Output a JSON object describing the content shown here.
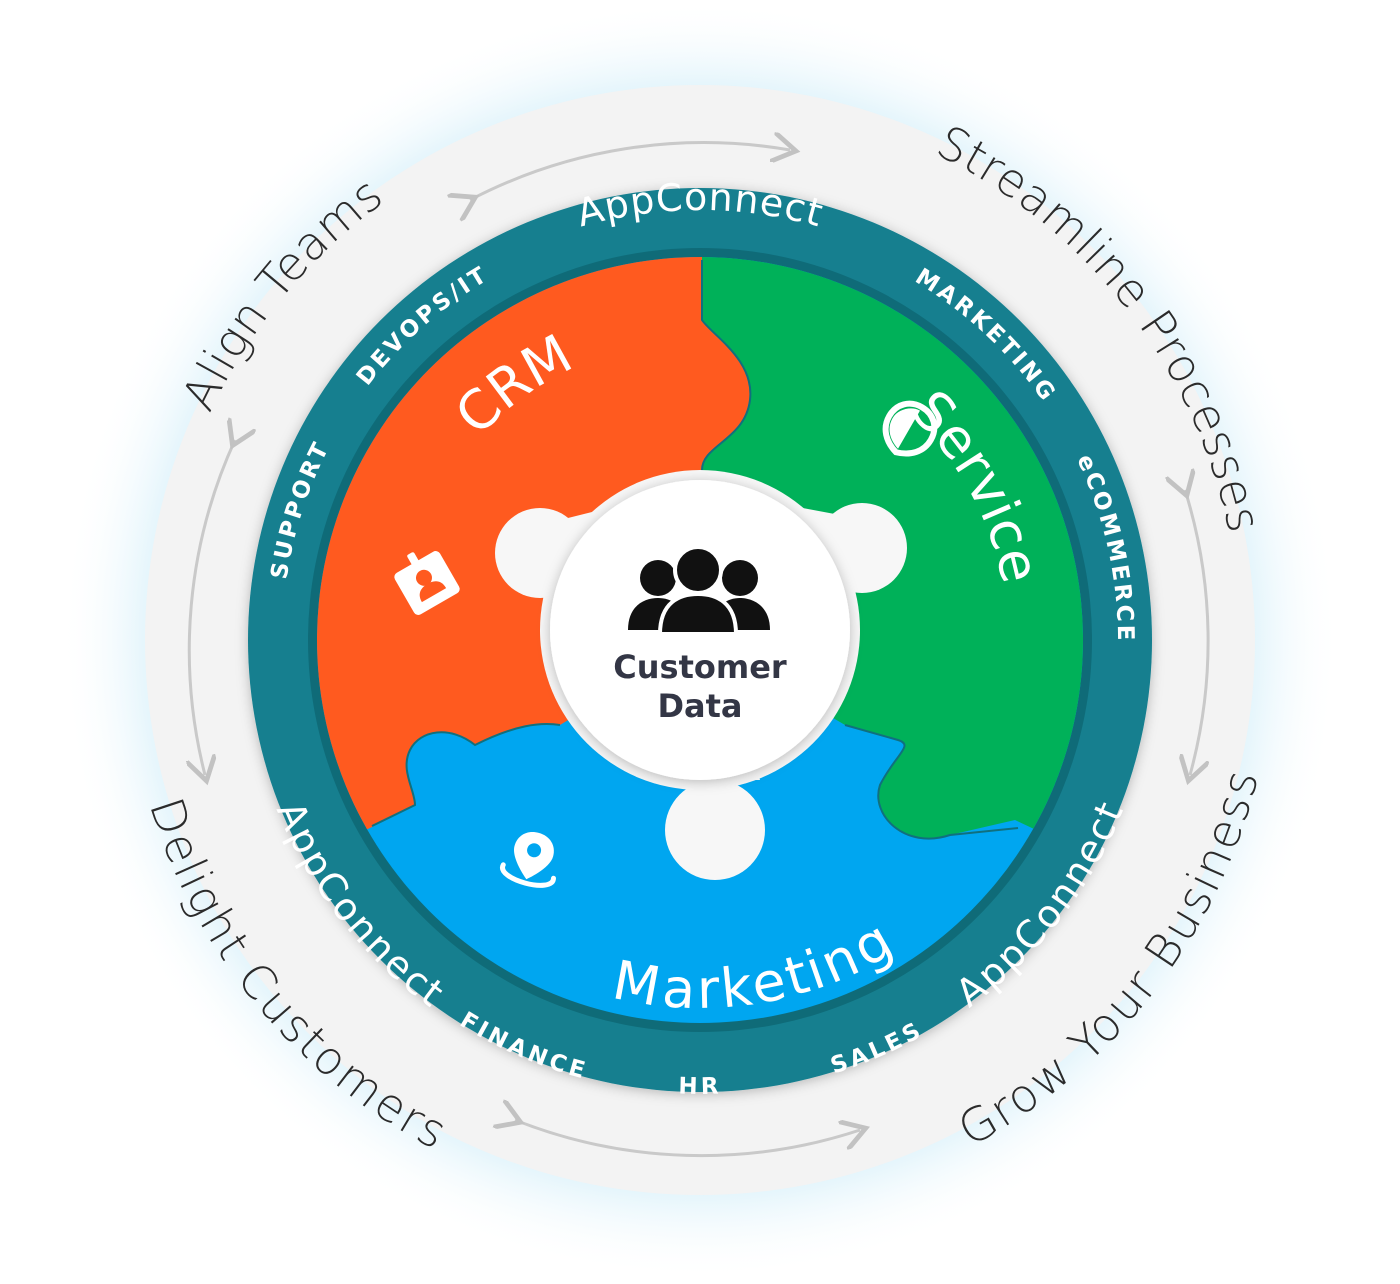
{
  "outer": {
    "streamline": "Streamline Processes",
    "align": "Align Teams",
    "delight": "Delight Customers",
    "grow": "Grow Your Business"
  },
  "ring": {
    "appconnect_top": "AppConnect",
    "appconnect_left": "AppConnect",
    "appconnect_right": "AppConnect",
    "devops": "DEVOPS/IT",
    "support": "SUPPORT",
    "marketing": "MARKETING",
    "ecommerce": "eCOMMERCE",
    "finance": "FINANCE",
    "hr": "HR",
    "sales": "SALES"
  },
  "pieces": {
    "crm": {
      "label": "CRM",
      "color": "#ff5a1f",
      "icon": "crm-card-icon"
    },
    "service": {
      "label": "Service",
      "color": "#00b159",
      "icon": "heart-shield-icon"
    },
    "marketing": {
      "label": "Marketing",
      "color": "#00a6f0",
      "icon": "location-pin-icon"
    }
  },
  "center": {
    "line1": "Customer",
    "line2": "Data",
    "icon": "customer-group-icon"
  },
  "colors": {
    "ring": "#137f8f",
    "ring_dark": "#0f6b78",
    "halo": "#f3f3f3"
  }
}
